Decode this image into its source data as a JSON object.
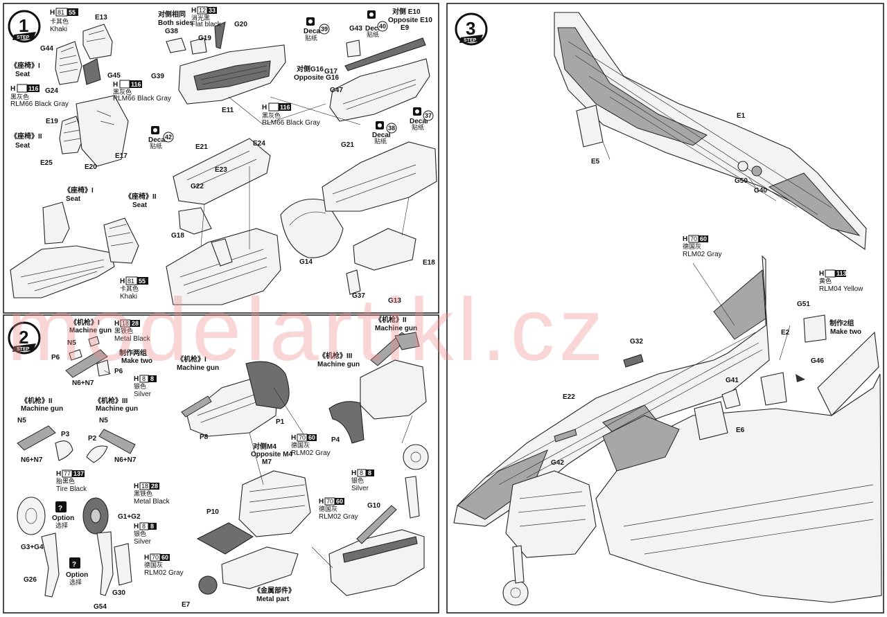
{
  "watermark": "modelartikl.cz",
  "colors": {
    "watermark": "#f08a8a",
    "ink": "#111111",
    "part_light": "#f3f3f3",
    "part_dark": "#6e6e6e",
    "paint_box": "#111111"
  },
  "steps": {
    "s1": {
      "number": "1",
      "word": "STEP"
    },
    "s2": {
      "number": "2",
      "word": "STEP"
    },
    "s3": {
      "number": "3",
      "word": "STEP"
    }
  },
  "paints": {
    "h81": {
      "h": "H",
      "code": "81",
      "num": "55",
      "cn": "卡其色",
      "en": "Khaki"
    },
    "h116a": {
      "h": "H",
      "num": "116",
      "cn": "黑灰色",
      "en": "RLM66 Black Gray"
    },
    "h116b": {
      "h": "H",
      "num": "116",
      "cn": "黑灰色",
      "en": "RLM66 Black Gray"
    },
    "h116c": {
      "h": "H",
      "num": "116",
      "cn": "黑灰色",
      "en": "RLM66 Black Gray"
    },
    "h12": {
      "h": "H",
      "code": "12",
      "num": "33",
      "cn": "消光黑",
      "en": "Flat black"
    },
    "h81b": {
      "h": "H",
      "code": "81",
      "num": "55",
      "cn": "卡其色",
      "en": "Khaki"
    },
    "h18a": {
      "h": "H",
      "code": "18",
      "num": "28",
      "cn": "黑铁色",
      "en": "Metal  Black"
    },
    "h8a": {
      "h": "H",
      "code": "8",
      "num": "8",
      "cn": "银色",
      "en": "Silver"
    },
    "h70a": {
      "h": "H",
      "code": "70",
      "num": "60",
      "cn": "德国灰",
      "en": "RLM02 Gray"
    },
    "h77": {
      "h": "H",
      "code": "77",
      "num": "137",
      "cn": "胎黑色",
      "en": "Tire Black"
    },
    "h18b": {
      "h": "H",
      "code": "18",
      "num": "28",
      "cn": "黑铁色",
      "en": "Metal  Black"
    },
    "h8b": {
      "h": "H",
      "code": "8",
      "num": "8",
      "cn": "银色",
      "en": "Silver"
    },
    "h70b": {
      "h": "H",
      "code": "70",
      "num": "60",
      "cn": "德国灰",
      "en": "RLM02 Gray"
    },
    "h8c": {
      "h": "H",
      "code": "8",
      "num": "8",
      "cn": "银色",
      "en": "Silver"
    },
    "h70c": {
      "h": "H",
      "code": "70",
      "num": "60",
      "cn": "德国灰",
      "en": "RLM02 Gray"
    },
    "h70d": {
      "h": "H",
      "code": "70",
      "num": "60",
      "cn": "德国灰",
      "en": "RLM02 Gray"
    },
    "h113": {
      "h": "H",
      "num": "113",
      "cn": "黄色",
      "en": "RLM04 Yellow"
    }
  },
  "decals": {
    "d39": {
      "word": "Decal",
      "cn": "贴纸",
      "num": "39"
    },
    "d40": {
      "word": "Decal",
      "cn": "贴纸",
      "num": "40"
    },
    "d42": {
      "word": "Decal",
      "cn": "贴纸",
      "num": "42"
    },
    "d38": {
      "word": "Decal",
      "cn": "贴纸",
      "num": "38"
    },
    "d37": {
      "word": "Decal",
      "cn": "贴纸",
      "num": "37"
    }
  },
  "notes": {
    "seat1a_cn": "《座椅》I",
    "seat1a_en": "Seat",
    "seat2a_cn": "《座椅》II",
    "seat2a_en": "Seat",
    "seat1b_cn": "《座椅》I",
    "seat1b_en": "Seat",
    "seat2b_cn": "《座椅》II",
    "seat2b_en": "Seat",
    "both_cn": "对侧相同",
    "both_en": "Both sides",
    "opp_e10_cn": "对侧 E10",
    "opp_e10_en": "Opposite E10",
    "opp_g16_cn": "对侧G16",
    "opp_g16_en": "Opposite G16",
    "mg1a_cn": "《机枪》I",
    "mg1a_en": "Machine gun",
    "make2_cn": "制作两组",
    "make2_en": "Make two",
    "mg2a_cn": "《机枪》II",
    "mg2a_en": "Machine gun",
    "mg3a_cn": "《机枪》III",
    "mg3a_en": "Machine gun",
    "mg1b_cn": "《机枪》I",
    "mg1b_en": "Machine gun",
    "mg2b_cn": "《机枪》II",
    "mg2b_en": "Machine gun",
    "mg3b_cn": "《机枪》III",
    "mg3b_en": "Machine gun",
    "opp_m4_cn": "对侧M4",
    "opp_m4_en": "Opposite M4",
    "metal_cn": "《金属部件》",
    "metal_en": "Metal part",
    "option1_en": "Option",
    "option1_cn": "选择",
    "option2_en": "Option",
    "option2_cn": "选择",
    "make2b_cn": "制作2组",
    "make2b_en": "Make two",
    "q": "?"
  },
  "parts": {
    "E13": "E13",
    "G44": "G44",
    "G45": "G45",
    "G24": "G24",
    "E19": "E19",
    "E25": "E25",
    "E20": "E20",
    "E17": "E17",
    "G38": "G38",
    "G19": "G19",
    "G20": "G20",
    "G39": "G39",
    "E11": "E11",
    "G43": "G43",
    "G17": "G17",
    "E9": "E9",
    "G47": "G47",
    "E21": "E21",
    "E24": "E24",
    "E23": "E23",
    "G22": "G22",
    "G18": "G18",
    "G21": "G21",
    "G14": "G14",
    "G37": "G37",
    "G13": "G13",
    "E18": "E18",
    "P6a": "P6",
    "N5a": "N5",
    "N6N7a": "N6+N7",
    "P6b": "P6",
    "N5b": "N5",
    "P3": "P3",
    "N6N7b": "N6+N7",
    "N5c": "N5",
    "P2": "P2",
    "N6N7c": "N6+N7",
    "P8": "P8",
    "P1": "P1",
    "P4": "P4",
    "M7": "M7",
    "P10": "P10",
    "E7": "E7",
    "G10": "G10",
    "G1G2": "G1+G2",
    "G3G4": "G3+G4",
    "G26": "G26",
    "G54": "G54",
    "G30": "G30",
    "E1": "E1",
    "E5": "E5",
    "G50": "G50",
    "G40": "G40",
    "G51": "G51",
    "E2": "E2",
    "G46": "G46",
    "G32": "G32",
    "G41": "G41",
    "E6": "E6",
    "E22": "E22",
    "G42": "G42"
  }
}
